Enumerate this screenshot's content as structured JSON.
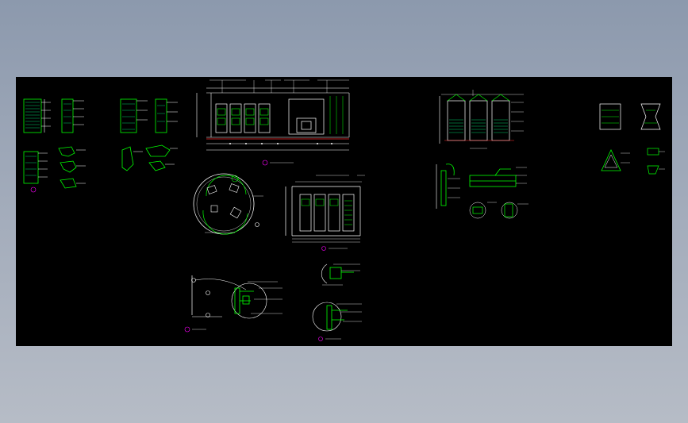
{
  "viewer": {
    "canvas_background": "#000000",
    "desktop_background": "#9aa5b6",
    "line_colors": {
      "primary": "#ffffff",
      "detail": "#00ff00",
      "dimension": "#00ffff",
      "hatch": "#00cc66",
      "marker": "#ff00ff",
      "accent": "#ff3333",
      "yellow": "#ffff00"
    }
  },
  "drawing_sheets": [
    {
      "id": "A",
      "type": "section-details-left"
    },
    {
      "id": "B",
      "type": "section-details-left-2"
    },
    {
      "id": "C",
      "type": "main-elevation"
    },
    {
      "id": "D",
      "type": "circular-plan"
    },
    {
      "id": "E",
      "type": "cabinet-elevation"
    },
    {
      "id": "F",
      "type": "curved-wall-detail"
    },
    {
      "id": "G",
      "type": "node-details"
    },
    {
      "id": "H",
      "type": "cabinet-elevation-right"
    },
    {
      "id": "I",
      "type": "section-detail-right"
    },
    {
      "id": "J",
      "type": "detail-far-right"
    }
  ]
}
